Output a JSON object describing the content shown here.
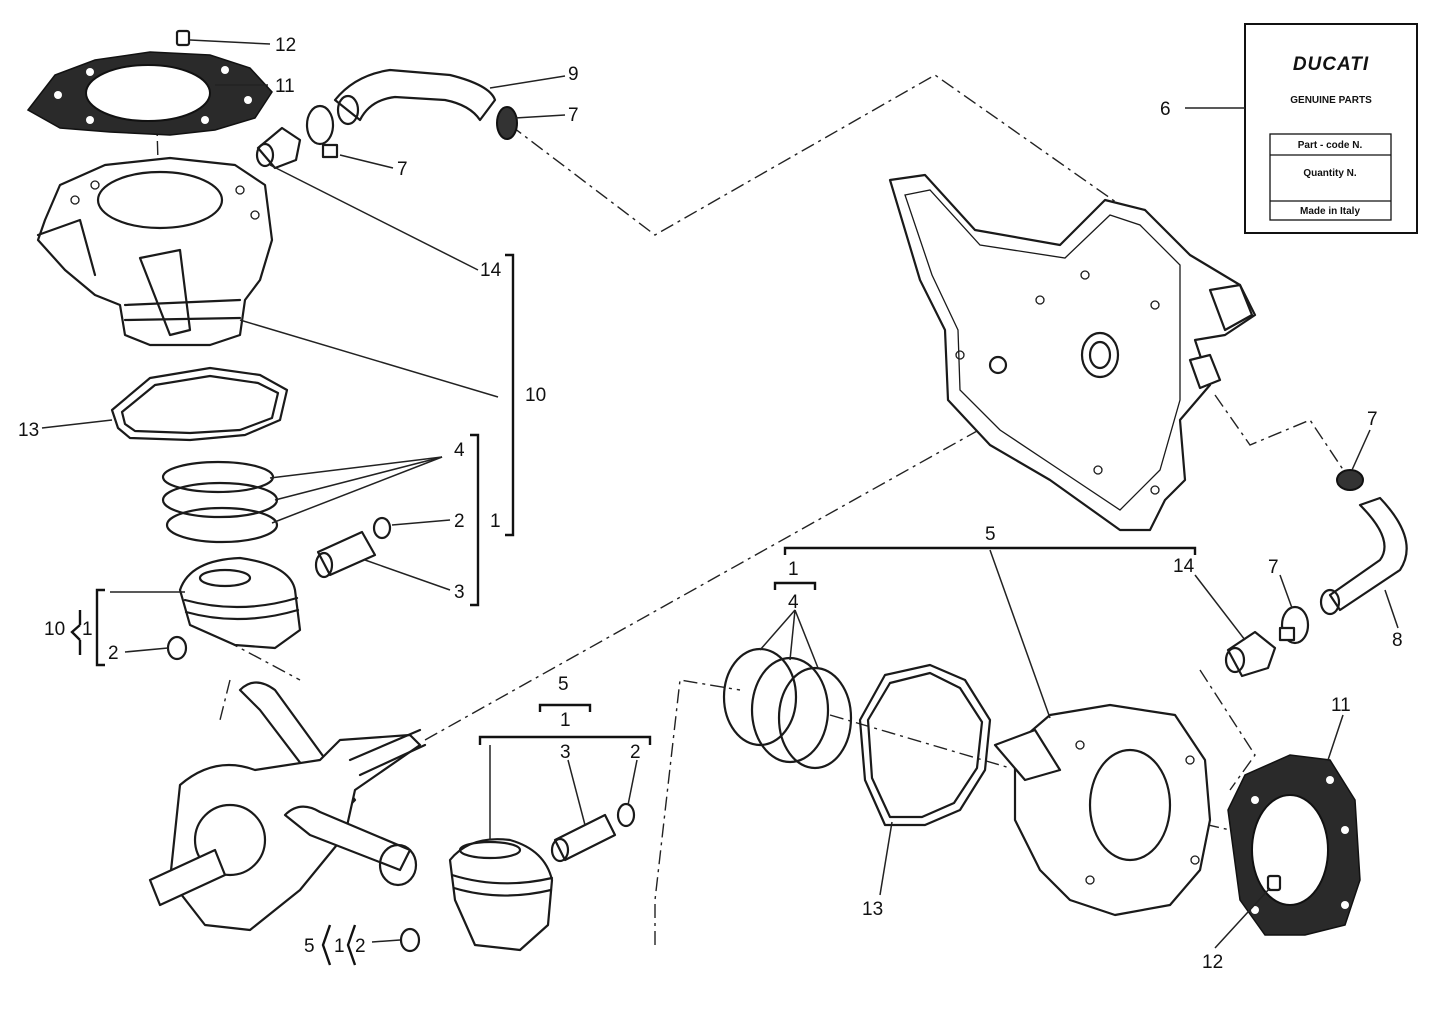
{
  "label_card": {
    "brand": "DUCATI",
    "subtitle": "GENUINE PARTS",
    "field_code": "Part - code N.",
    "field_qty": "Quantity N.",
    "field_origin": "Made in Italy"
  },
  "callouts": {
    "c12a": "12",
    "c11a": "11",
    "c9": "9",
    "c7a": "7",
    "c7b": "7",
    "c14a": "14",
    "c10a": "10",
    "c13a": "13",
    "c4a": "4",
    "c2a": "2",
    "c1a": "1",
    "c3a": "3",
    "c10b": "10",
    "c1b": "1",
    "c2b": "2",
    "c6": "6",
    "c7c": "7",
    "c5a": "5",
    "c1c": "1",
    "c4b": "4",
    "c14b": "14",
    "c7d": "7",
    "c8": "8",
    "c5b": "5",
    "c1d": "1",
    "c3b": "3",
    "c2c": "2",
    "c5c": "5",
    "c1e": "1",
    "c2d": "2",
    "c13b": "13",
    "c11b": "11",
    "c12b": "12"
  }
}
